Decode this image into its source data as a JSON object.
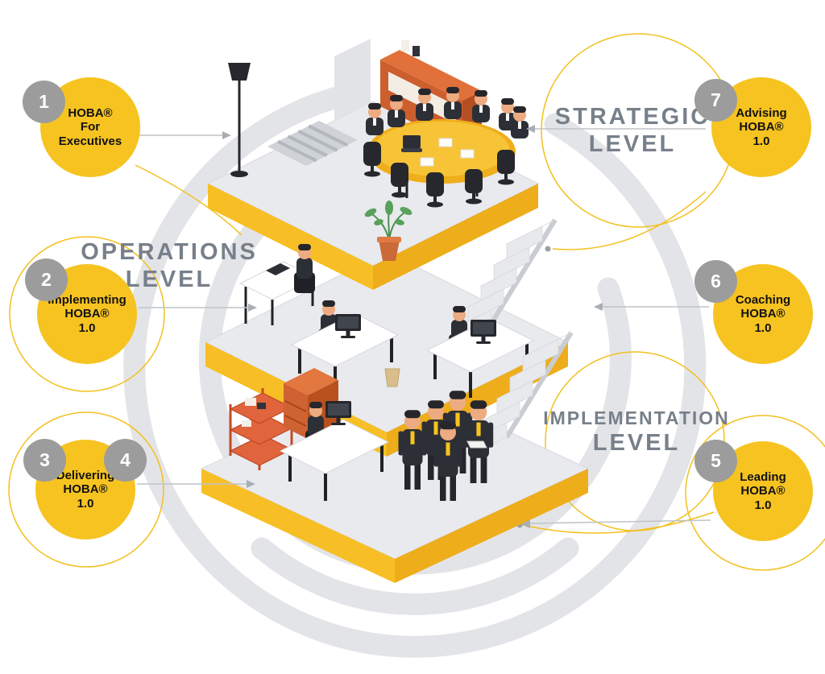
{
  "diagram": {
    "levels": {
      "strategic": {
        "line1": "STRATEGIC",
        "line2": "LEVEL"
      },
      "operations": {
        "line1": "OPERATIONS",
        "line2": "LEVEL"
      },
      "implementation": {
        "line1": "IMPLEMENTATION",
        "line2": "LEVEL"
      }
    },
    "badges": [
      {
        "number": "1",
        "line1": "HOBA®",
        "line2": "For",
        "line3": "Executives"
      },
      {
        "number": "2",
        "line1": "Implementing",
        "line2": "HOBA®",
        "line3": "1.0"
      },
      {
        "number": "3",
        "number2": "4",
        "line1": "Delivering",
        "line2": "HOBA®",
        "line3": "1.0"
      },
      {
        "number": "5",
        "line1": "Leading",
        "line2": "HOBA®",
        "line3": "1.0"
      },
      {
        "number": "6",
        "line1": "Coaching",
        "line2": "HOBA®",
        "line3": "1.0"
      },
      {
        "number": "7",
        "line1": "Advising",
        "line2": "HOBA®",
        "line3": "1.0"
      }
    ],
    "colors": {
      "accent_yellow": "#f6c320",
      "badge_number_gray": "#9c9c9c",
      "level_label_gray": "#77808a",
      "swirl_gray": "#e3e4e7"
    }
  }
}
